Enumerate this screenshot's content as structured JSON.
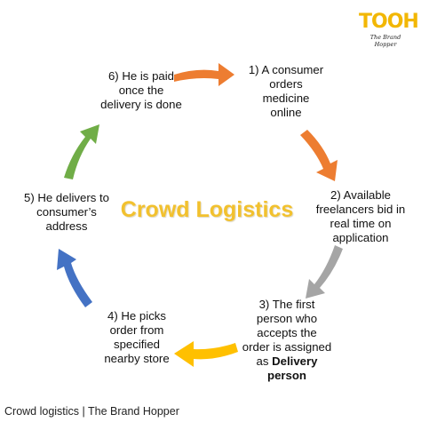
{
  "logo": {
    "mark": "TOOH",
    "tagline": "The Brand Hopper"
  },
  "center_title": "Crowd Logistics",
  "steps": {
    "s1": {
      "lines": [
        "1) A consumer",
        "orders",
        "medicine",
        "online"
      ]
    },
    "s2": {
      "lines": [
        "2) Available",
        "freelancers bid in",
        "real time on",
        "application"
      ]
    },
    "s3": {
      "lines": [
        "3) The first",
        "person who",
        "accepts the",
        "order is assigned"
      ],
      "as_text": "as",
      "bold_1": "Delivery",
      "bold_2": "person"
    },
    "s4": {
      "lines": [
        "4) He picks",
        "order from",
        "specified",
        "nearby store"
      ]
    },
    "s5": {
      "lines": [
        "5) He delivers to",
        "consumer’s",
        "address"
      ]
    },
    "s6": {
      "lines": [
        "6) He is paid",
        "once the",
        "delivery is done"
      ]
    }
  },
  "arrow_colors": {
    "a1_to_2": "#ED7D31",
    "a2_to_3": "#ED7D31",
    "a3_to_4": "#A5A5A5",
    "a4_to_5": "#FFC000",
    "a5_to_6": "#4472C4",
    "a6_to_1": "#70AD47"
  },
  "caption": "Crowd logistics | The Brand Hopper"
}
